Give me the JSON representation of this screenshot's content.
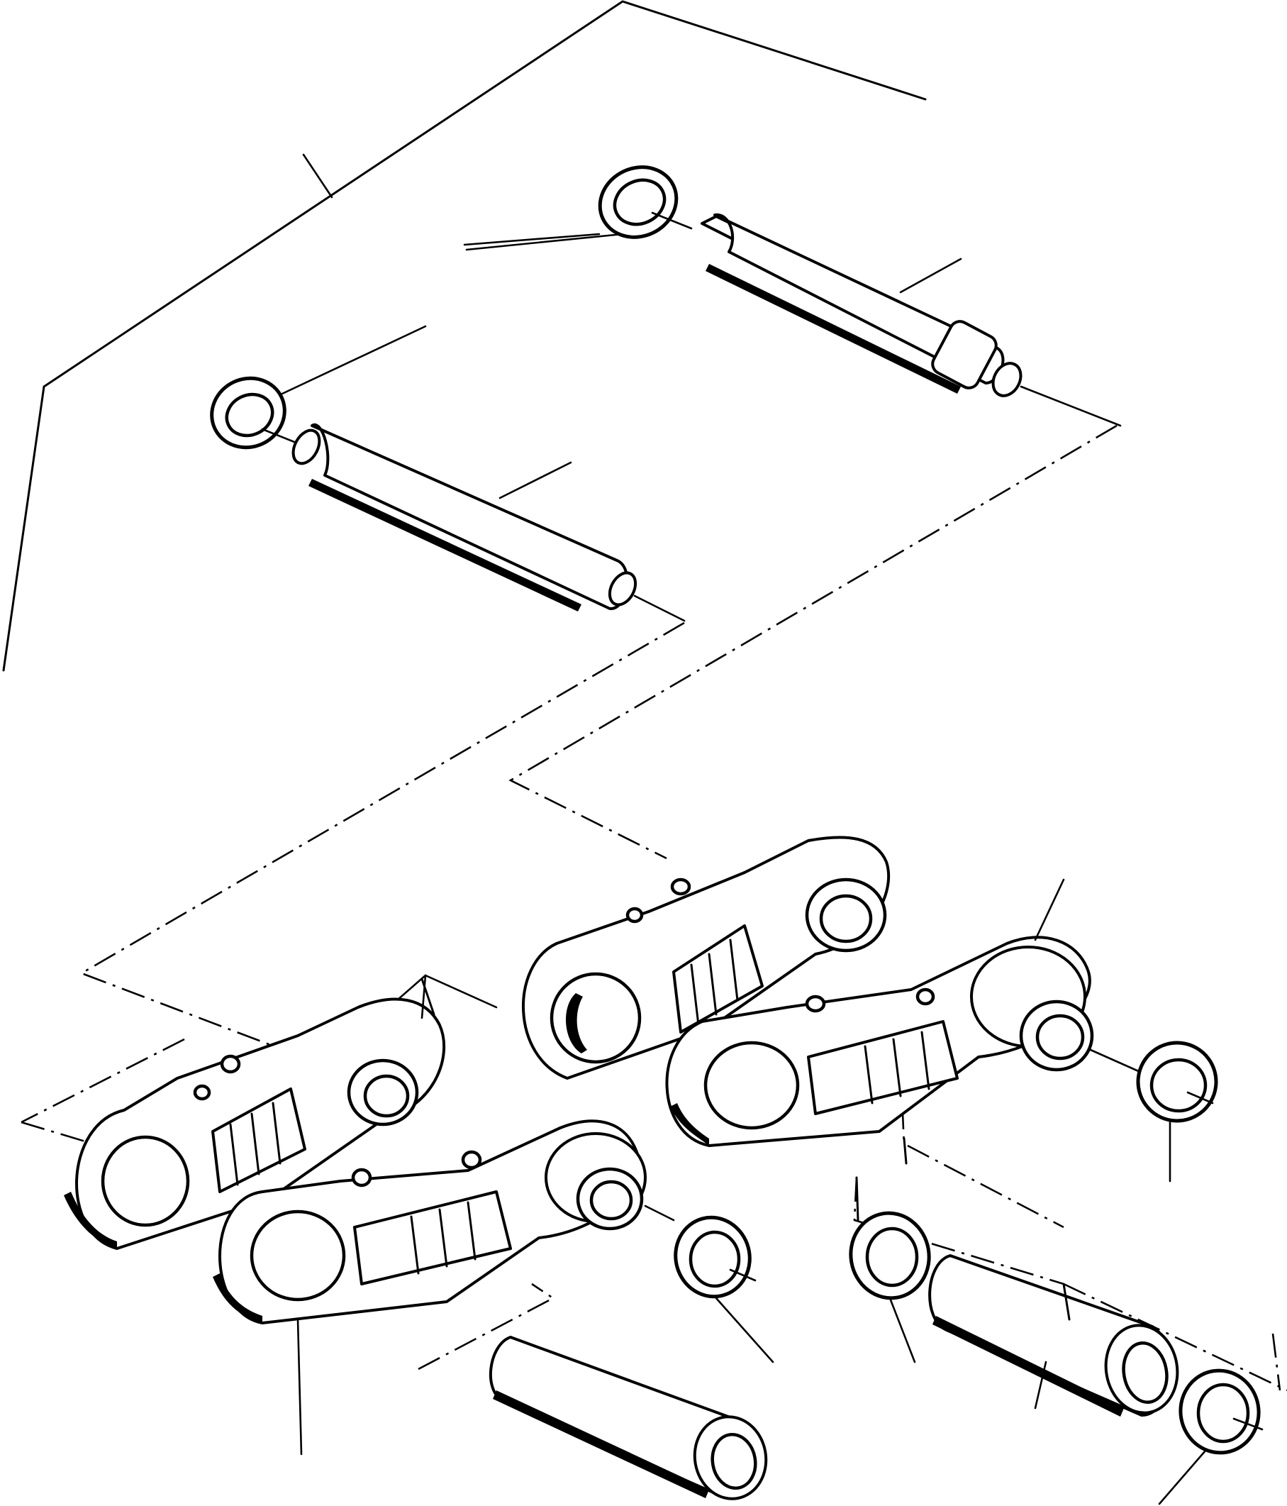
{
  "diagram": {
    "title": "",
    "labels": [],
    "colors": {
      "ink": "#000000",
      "paper": "#ffffff"
    },
    "parts": [
      {
        "part": "track-link-assembly",
        "count": 4
      },
      {
        "part": "track-pin",
        "count": 2
      },
      {
        "part": "track-bushing",
        "count": 2
      },
      {
        "part": "seal-ring",
        "count": 6
      }
    ]
  }
}
